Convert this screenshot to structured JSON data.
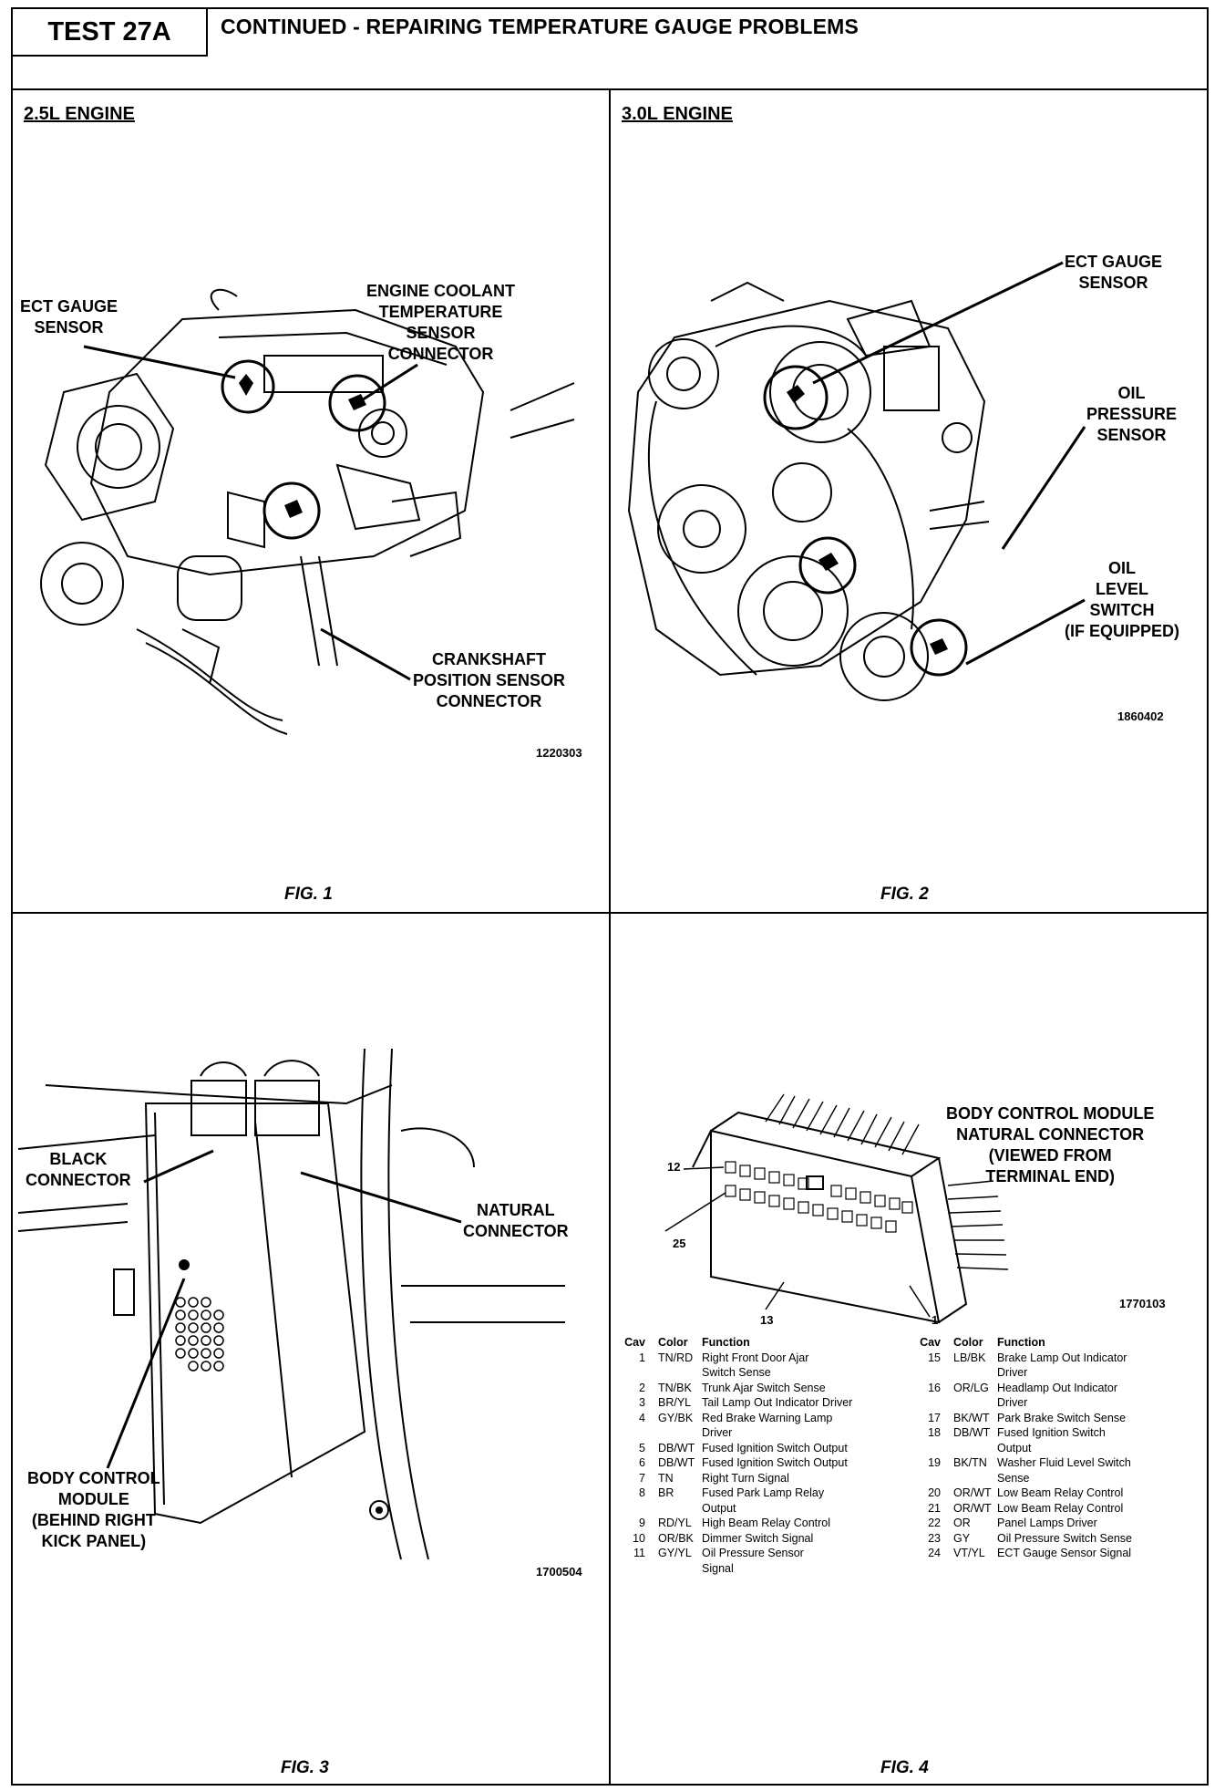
{
  "header": {
    "test_id": "TEST 27A",
    "title": "CONTINUED - REPAIRING TEMPERATURE GAUGE PROBLEMS"
  },
  "fig1": {
    "engine": "2.5L ENGINE",
    "callouts": {
      "ect": "ECT GAUGE\nSENSOR",
      "ects_connector": "ENGINE COOLANT\nTEMPERATURE\nSENSOR\nCONNECTOR",
      "ckp": "CRANKSHAFT\nPOSITION SENSOR\nCONNECTOR"
    },
    "ref": "1220303",
    "label": "FIG. 1"
  },
  "fig2": {
    "engine": "3.0L ENGINE",
    "callouts": {
      "ect": "ECT GAUGE\nSENSOR",
      "oil_pressure": "OIL\nPRESSURE\nSENSOR",
      "oil_level": "OIL\nLEVEL\nSWITCH\n(IF EQUIPPED)"
    },
    "ref": "1860402",
    "label": "FIG. 2"
  },
  "fig3": {
    "callouts": {
      "black": "BLACK\nCONNECTOR",
      "natural": "NATURAL\nCONNECTOR",
      "bcm": "BODY CONTROL\nMODULE\n(BEHIND RIGHT\nKICK PANEL)"
    },
    "ref": "1700504",
    "label": "FIG. 3"
  },
  "fig4": {
    "title": "BODY CONTROL MODULE\nNATURAL CONNECTOR\n(VIEWED FROM\nTERMINAL END)",
    "pins": {
      "p12": "12",
      "p25": "25",
      "p13": "13",
      "p1": "1"
    },
    "ref": "1770103",
    "label": "FIG. 4",
    "table_headers": {
      "cav": "Cav",
      "color": "Color",
      "function": "Function"
    },
    "left_rows": [
      {
        "cav": "1",
        "color": "TN/RD",
        "function": "Right Front Door Ajar\nSwitch Sense"
      },
      {
        "cav": "2",
        "color": "TN/BK",
        "function": "Trunk Ajar Switch Sense"
      },
      {
        "cav": "3",
        "color": "BR/YL",
        "function": "Tail Lamp Out Indicator Driver"
      },
      {
        "cav": "4",
        "color": "GY/BK",
        "function": "Red Brake Warning Lamp\nDriver"
      },
      {
        "cav": "5",
        "color": "DB/WT",
        "function": "Fused Ignition Switch Output"
      },
      {
        "cav": "6",
        "color": "DB/WT",
        "function": "Fused Ignition Switch Output"
      },
      {
        "cav": "7",
        "color": "TN",
        "function": "Right Turn Signal"
      },
      {
        "cav": "8",
        "color": "BR",
        "function": "Fused Park Lamp Relay\nOutput"
      },
      {
        "cav": "9",
        "color": "RD/YL",
        "function": "High Beam Relay Control"
      },
      {
        "cav": "10",
        "color": "OR/BK",
        "function": "Dimmer Switch Signal"
      },
      {
        "cav": "11",
        "color": "GY/YL",
        "function": "Oil Pressure Sensor\nSignal"
      }
    ],
    "right_rows": [
      {
        "cav": "15",
        "color": "LB/BK",
        "function": "Brake Lamp Out Indicator\nDriver"
      },
      {
        "cav": "16",
        "color": "OR/LG",
        "function": "Headlamp Out Indicator\nDriver"
      },
      {
        "cav": "17",
        "color": "BK/WT",
        "function": "Park Brake Switch Sense"
      },
      {
        "cav": "18",
        "color": "DB/WT",
        "function": "Fused Ignition Switch\nOutput"
      },
      {
        "cav": "19",
        "color": "BK/TN",
        "function": "Washer Fluid Level Switch\nSense"
      },
      {
        "cav": "20",
        "color": "OR/WT",
        "function": "Low Beam Relay Control"
      },
      {
        "cav": "21",
        "color": "OR/WT",
        "function": "Low Beam Relay Control"
      },
      {
        "cav": "22",
        "color": "OR",
        "function": "Panel Lamps Driver"
      },
      {
        "cav": "23",
        "color": "GY",
        "function": "Oil Pressure Switch Sense"
      },
      {
        "cav": "24",
        "color": "VT/YL",
        "function": "ECT Gauge Sensor Signal"
      }
    ]
  }
}
